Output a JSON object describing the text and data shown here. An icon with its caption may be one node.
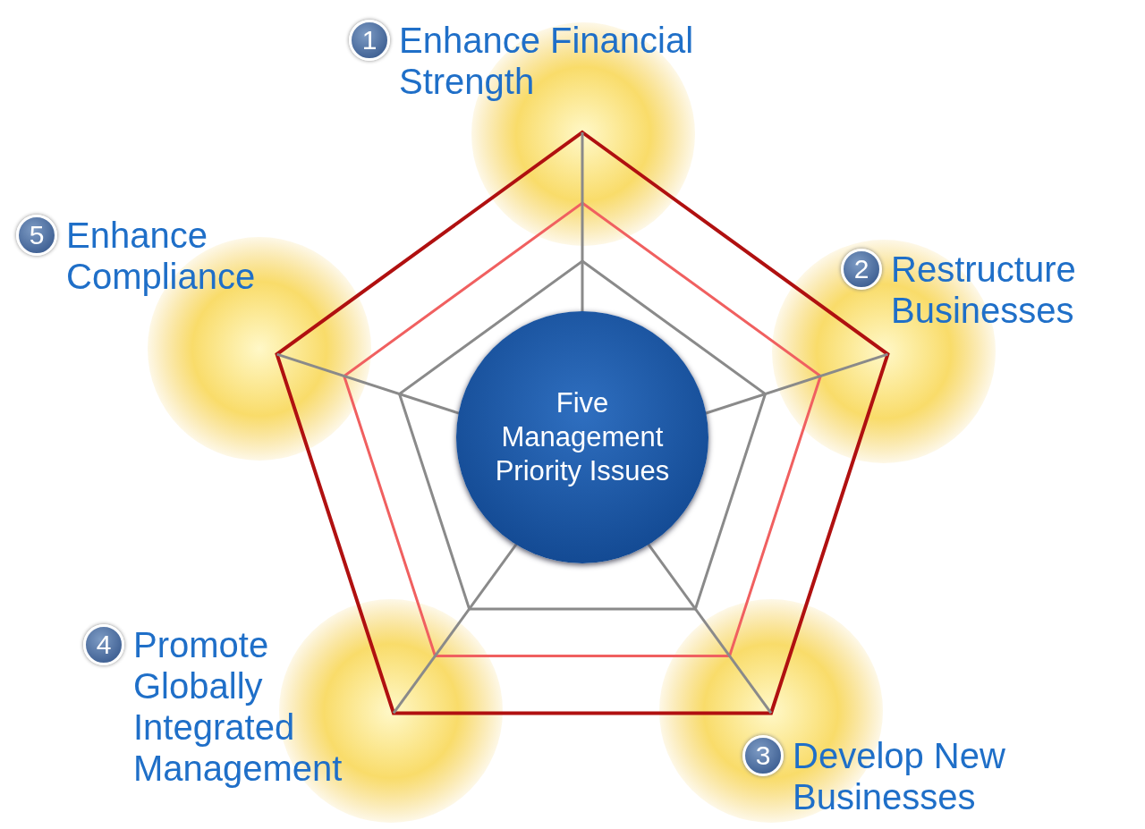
{
  "diagram": {
    "nodes": [
      {
        "text": [
          "Five Management Priority Issues"
        ]
      },
      {
        "text": [
          "1",
          "Enhance Financial Strength"
        ]
      },
      {
        "text": [
          "2",
          "Restructure Businesses"
        ]
      },
      {
        "text": [
          "3",
          "Develop New Businesses"
        ]
      },
      {
        "text": [
          "4",
          "Promote Globally Integrated Management"
        ]
      },
      {
        "text": [
          "5",
          "Enhance Compliance"
        ]
      }
    ],
    "edges": []
  }
}
